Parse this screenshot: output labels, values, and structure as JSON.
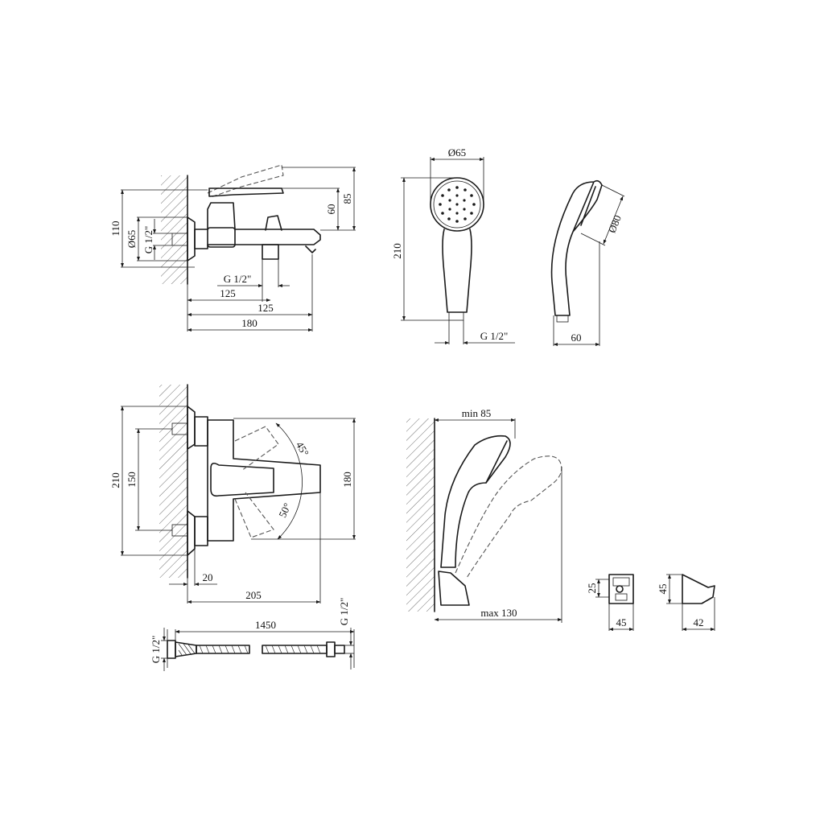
{
  "colors": {
    "line": "#1a1a1a",
    "background": "#ffffff"
  },
  "mixer_side": {
    "h110": "110",
    "d65": "Ø65",
    "g12_left": "G 1/2\"",
    "h60": "60",
    "h85": "85",
    "g12_bottom": "G 1/2\"",
    "w125a": "125",
    "w125b": "125",
    "w180": "180"
  },
  "handshower_front": {
    "d65": "Ø65",
    "h210": "210",
    "g12": "G 1/2\""
  },
  "handshower_side": {
    "d80": "Ø80",
    "w60": "60"
  },
  "mixer_top": {
    "h210": "210",
    "h150": "150",
    "h180": "180",
    "a45": "45°",
    "a50": "50°",
    "w20": "20",
    "w205": "205"
  },
  "holder_reach": {
    "min85": "min 85",
    "max130": "max 130"
  },
  "hose": {
    "g12_left": "G 1/2\"",
    "len1450": "1450",
    "g12_right": "G 1/2\""
  },
  "bracket": {
    "h25": "25",
    "w45": "45",
    "h45": "45",
    "w42": "42"
  }
}
